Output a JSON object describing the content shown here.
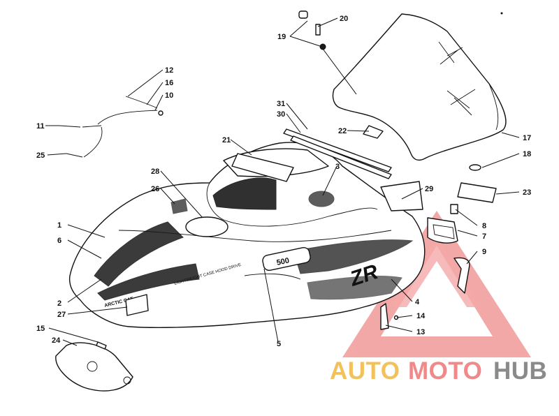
{
  "callouts": [
    {
      "id": "1",
      "label": "1"
    },
    {
      "id": "2",
      "label": "2"
    },
    {
      "id": "3",
      "label": "3"
    },
    {
      "id": "4",
      "label": "4"
    },
    {
      "id": "5",
      "label": "5"
    },
    {
      "id": "6",
      "label": "6"
    },
    {
      "id": "7",
      "label": "7"
    },
    {
      "id": "8",
      "label": "8"
    },
    {
      "id": "9",
      "label": "9"
    },
    {
      "id": "10",
      "label": "10"
    },
    {
      "id": "11",
      "label": "11"
    },
    {
      "id": "12",
      "label": "12"
    },
    {
      "id": "13",
      "label": "13"
    },
    {
      "id": "14",
      "label": "14"
    },
    {
      "id": "15",
      "label": "15"
    },
    {
      "id": "16",
      "label": "16"
    },
    {
      "id": "17",
      "label": "17"
    },
    {
      "id": "18",
      "label": "18"
    },
    {
      "id": "19",
      "label": "19"
    },
    {
      "id": "20",
      "label": "20"
    },
    {
      "id": "21",
      "label": "21"
    },
    {
      "id": "22",
      "label": "22"
    },
    {
      "id": "23",
      "label": "23"
    },
    {
      "id": "24",
      "label": "24"
    },
    {
      "id": "25",
      "label": "25"
    },
    {
      "id": "26",
      "label": "26"
    },
    {
      "id": "27",
      "label": "27"
    },
    {
      "id": "28",
      "label": "28"
    },
    {
      "id": "29",
      "label": "29"
    },
    {
      "id": "30",
      "label": "30"
    },
    {
      "id": "31",
      "label": "31"
    }
  ],
  "decals": {
    "model_badge": "500",
    "side_stripe": "LIGHTWEIGHT CASE HOOD DRIVE",
    "brand_small": "ARCTIC CAT",
    "side_graphic": "ZR"
  },
  "watermark": {
    "part1": "AUTO",
    "part2": "MOTO",
    "part3": "HUB",
    "color_auto": "#f3c15a",
    "color_moto": "#f08a8a",
    "color_hub": "#8a8a8a",
    "triangle_color": "#f29a9a"
  }
}
